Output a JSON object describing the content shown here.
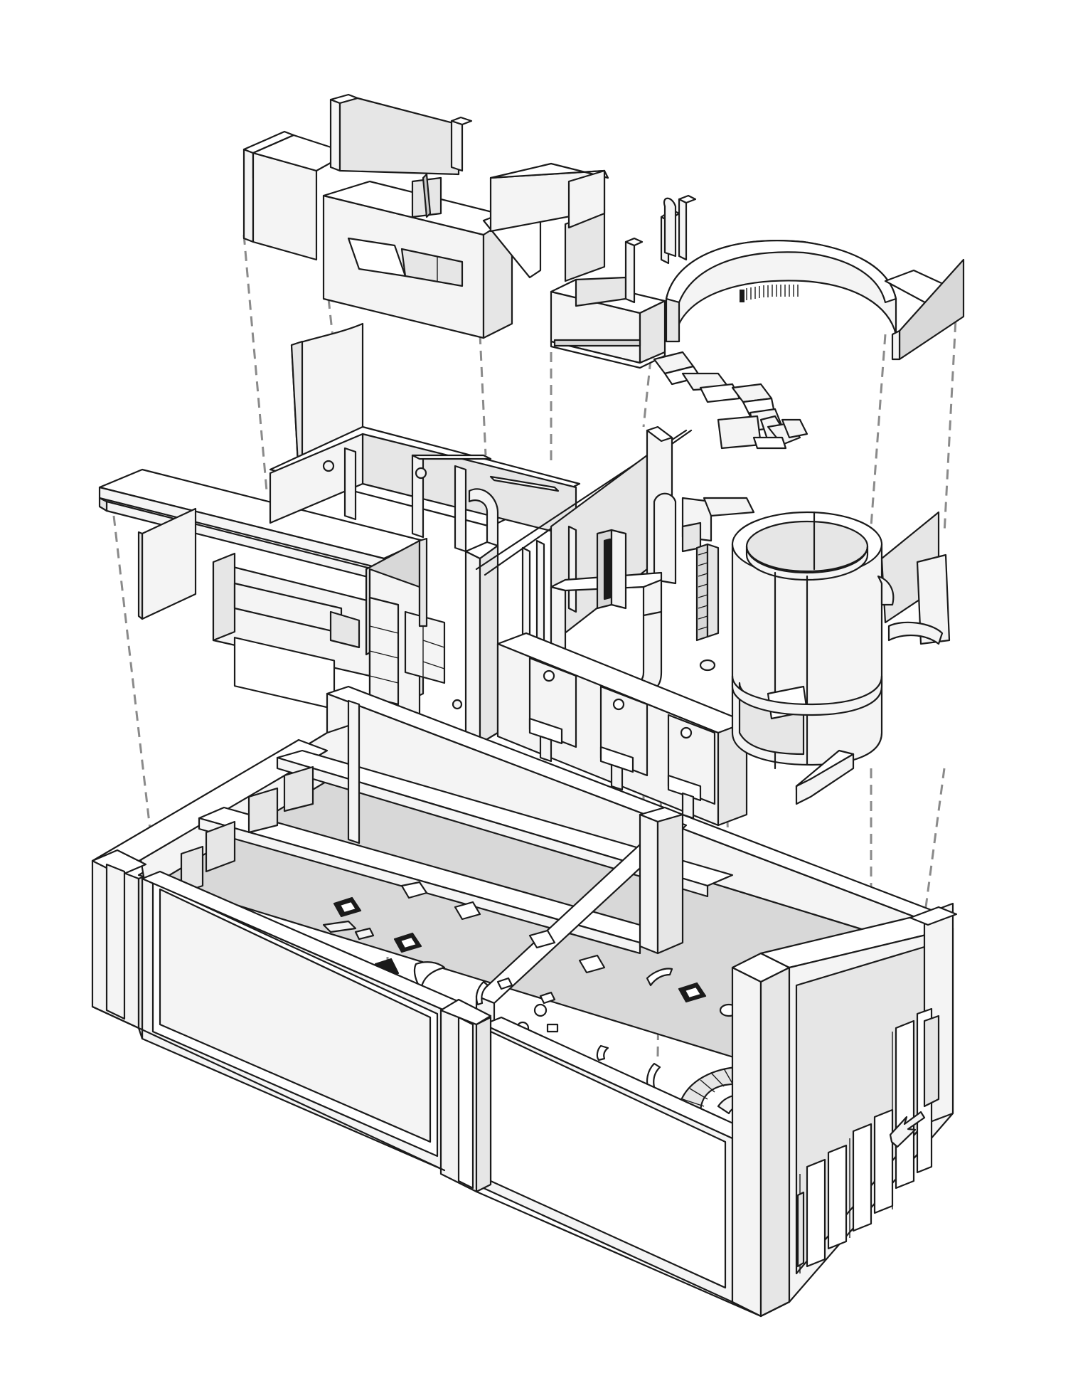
{
  "diagram": {
    "kind": "exploded-axonometric",
    "colors": {
      "background": "#ffffff",
      "line": "#1a1a1a",
      "face_light": "#f4f4f4",
      "face_mid": "#e6e6e6",
      "face_dark": "#d2d2d2",
      "projection_dash": "#8a8a8a"
    },
    "layers": [
      "upper-floor-walls",
      "middle-floor-walls-and-tower",
      "ground-floor-shell"
    ],
    "icons": [
      "entrance-arrow-icon"
    ]
  }
}
